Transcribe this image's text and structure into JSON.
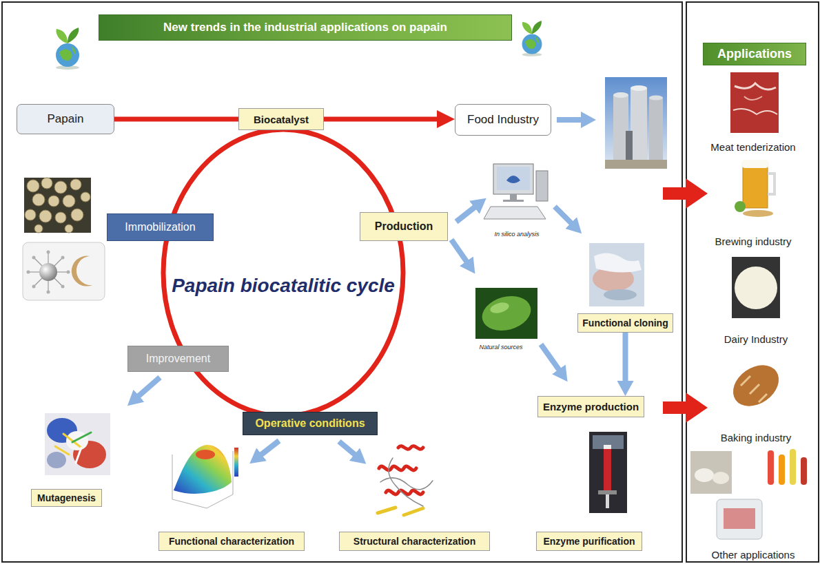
{
  "diagram": {
    "title": "New trends in the industrial applications on papain",
    "nodes": [
      {
        "text": [
          "Papain"
        ]
      },
      {
        "text": [
          "Biocatalyst"
        ]
      },
      {
        "text": [
          "Food Industry"
        ]
      },
      {
        "text": [
          "Applications"
        ]
      },
      {
        "text": [
          "Papain biocatalitic cycle"
        ]
      },
      {
        "text": [
          "Immobilization"
        ]
      },
      {
        "text": [
          "Production"
        ]
      },
      {
        "text": [
          "Functional cloning"
        ]
      },
      {
        "text": [
          "Improvement"
        ]
      },
      {
        "text": [
          "Enzyme production"
        ]
      },
      {
        "text": [
          "Operative conditions"
        ]
      },
      {
        "text": [
          "Mutagenesis"
        ]
      },
      {
        "text": [
          "Functional characterization"
        ]
      },
      {
        "text": [
          "Structural characterization"
        ]
      },
      {
        "text": [
          "Enzyme purification"
        ]
      }
    ],
    "edges": [
      {
        "from": 0,
        "to": 1,
        "arrow": "none"
      },
      {
        "from": 1,
        "to": 2,
        "arrow": "to"
      },
      {
        "from": 7,
        "to": 9,
        "arrow": "to"
      }
    ],
    "labels": [
      "In silico analysis",
      "Natural sources",
      "Meat tenderization",
      "Brewing industry",
      "Dairy Industry",
      "Baking industry",
      "Other applications"
    ]
  }
}
